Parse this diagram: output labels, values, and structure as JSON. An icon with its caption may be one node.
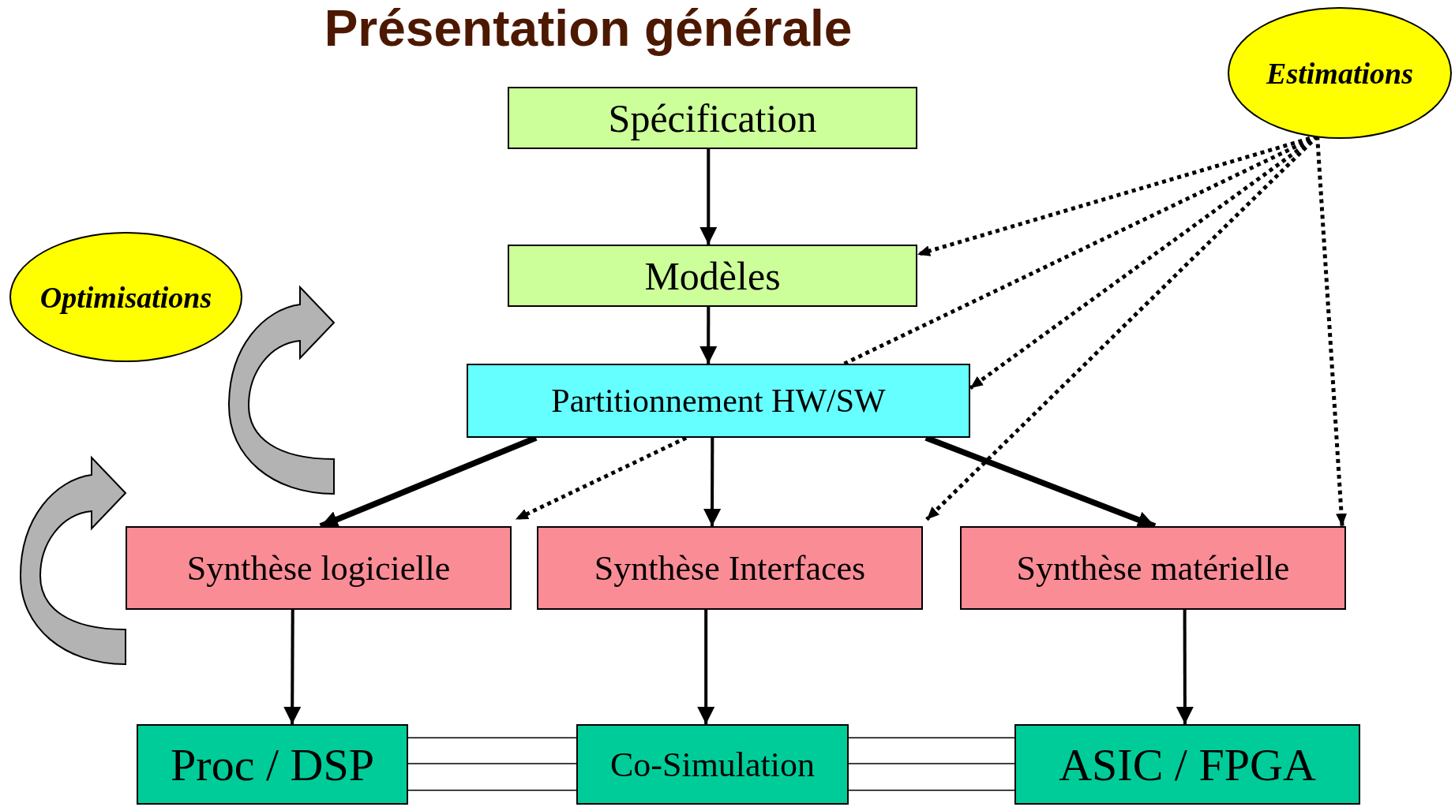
{
  "diagram": {
    "title": "Présentation générale",
    "nodes": [
      {
        "text": [
          "Estimations"
        ]
      },
      {
        "text": [
          "Spécification"
        ]
      },
      {
        "text": [
          "Optimisations"
        ]
      },
      {
        "text": [
          "Modèles"
        ]
      },
      {
        "text": [
          "Partitionnement HW/SW"
        ]
      },
      {
        "text": [
          "Synthèse logicielle"
        ]
      },
      {
        "text": [
          "Synthèse Interfaces"
        ]
      },
      {
        "text": [
          "Synthèse matérielle"
        ]
      },
      {
        "text": [
          "Proc / DSP"
        ]
      },
      {
        "text": [
          "Co-Simulation"
        ]
      },
      {
        "text": [
          "ASIC / FPGA"
        ]
      }
    ],
    "edges": [
      {
        "from": 1,
        "to": 3,
        "arrow": "to"
      },
      {
        "from": 3,
        "to": 4,
        "arrow": "to"
      },
      {
        "from": 4,
        "to": 5,
        "arrow": "to",
        "style": "thick"
      },
      {
        "from": 4,
        "to": 5,
        "arrow": "to",
        "style": "dashed"
      },
      {
        "from": 4,
        "to": 6,
        "arrow": "to"
      },
      {
        "from": 4,
        "to": 7,
        "arrow": "to",
        "style": "thick"
      },
      {
        "from": 5,
        "to": 8,
        "arrow": "to"
      },
      {
        "from": 6,
        "to": 9,
        "arrow": "to"
      },
      {
        "from": 7,
        "to": 10,
        "arrow": "to"
      },
      {
        "from": 0,
        "to": 3,
        "arrow": "to",
        "style": "dashed"
      },
      {
        "from": 0,
        "to": 4,
        "arrow": "to",
        "style": "dashed"
      },
      {
        "from": 0,
        "to": 6,
        "arrow": "to",
        "style": "dashed"
      },
      {
        "from": 0,
        "to": 7,
        "arrow": "to",
        "style": "dashed"
      },
      {
        "from": 8,
        "to": 9,
        "arrow": "none"
      },
      {
        "from": 8,
        "to": 9,
        "arrow": "none"
      },
      {
        "from": 8,
        "to": 9,
        "arrow": "none"
      },
      {
        "from": 9,
        "to": 10,
        "arrow": "none"
      },
      {
        "from": 9,
        "to": 10,
        "arrow": "none"
      },
      {
        "from": 9,
        "to": 10,
        "arrow": "none"
      },
      {
        "from": 0,
        "to": 4,
        "arrow": "none",
        "style": "dashed"
      }
    ]
  }
}
